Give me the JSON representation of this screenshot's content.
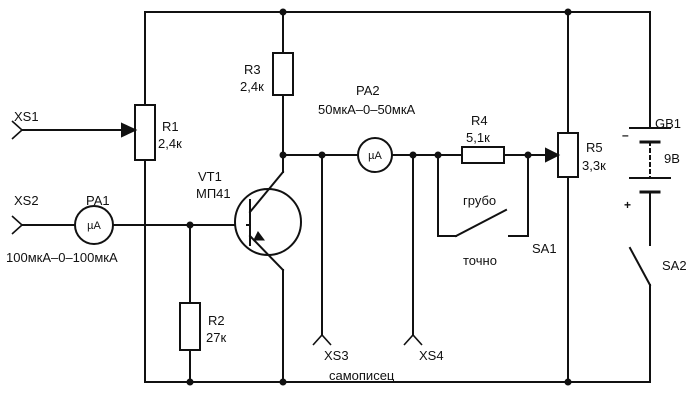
{
  "labels": {
    "xs1": "XS1",
    "xs2": "XS2",
    "xs3": "XS3",
    "xs4": "XS4",
    "r1_name": "R1",
    "r1_value": "2,4к",
    "r2_name": "R2",
    "r2_value": "27к",
    "r3_name": "R3",
    "r3_value": "2,4к",
    "r4_name": "R4",
    "r4_value": "5,1к",
    "r5_name": "R5",
    "r5_value": "3,3к",
    "vt1_name": "VT1",
    "vt1_type": "МП41",
    "pa1_name": "PA1",
    "pa1_range": "100мкА–0–100мкА",
    "pa2_name": "PA2",
    "pa2_range": "50мкА–0–50мкА",
    "meter_symbol": "µA",
    "gb1_name": "GB1",
    "gb1_voltage": "9В",
    "sa1_name": "SA1",
    "sa2_name": "SA2",
    "coarse": "грубо",
    "fine": "точно",
    "recorder": "самописец",
    "minus": "–",
    "plus": "+"
  }
}
